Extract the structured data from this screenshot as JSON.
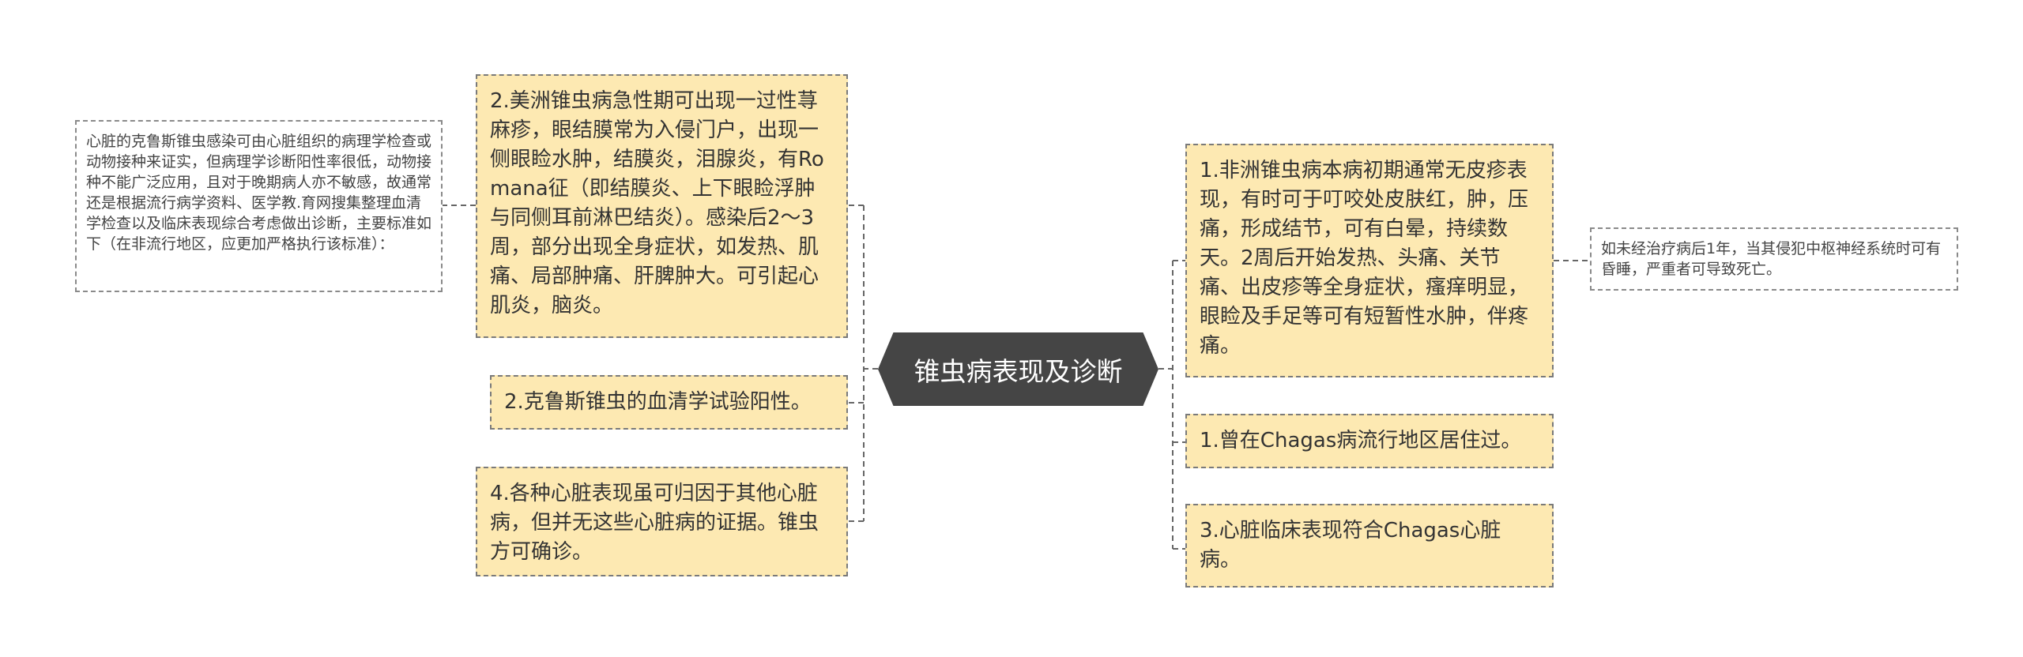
{
  "central_topic": "锥虫病表现及诊断",
  "left_nodes": [
    {
      "id": "L1",
      "text": "2.美洲锥虫病急性期可出现一过性荨麻疹，眼结膜常为入侵门户，出现一侧眼睑水肿，结膜炎，泪腺炎，有Romana征（即结膜炎、上下眼睑浮肿与同侧耳前淋巴结炎）。感染后2～3周，部分出现全身症状，如发热、肌痛、局部肿痛、肝脾肿大。可引起心肌炎，脑炎。",
      "note": "心脏的克鲁斯锥虫感染可由心脏组织的病理学检查或动物接种来证实，但病理学诊断阳性率很低，动物接种不能广泛应用，且对于晚期病人亦不敏感，故通常还是根据流行病学资料、医学教.育网搜集整理血清学检查以及临床表现综合考虑做出诊断，主要标准如下（在非流行地区，应更加严格执行该标准）："
    },
    {
      "id": "L2",
      "text": "2.克鲁斯锥虫的血清学试验阳性。"
    },
    {
      "id": "L3",
      "text": "4.各种心脏表现虽可归因于其他心脏病，但并无这些心脏病的证据。锥虫方可确诊。"
    }
  ],
  "right_nodes": [
    {
      "id": "R1",
      "text": "1.非洲锥虫病本病初期通常无皮疹表现，有时可于叮咬处皮肤红，肿，压痛，形成结节，可有白晕，持续数天。2周后开始发热、头痛、关节痛、出皮疹等全身症状，瘙痒明显，眼睑及手足等可有短暂性水肿，伴疼痛。",
      "note": "如未经治疗病后1年，当其侵犯中枢神经系统时可有昏睡，严重者可导致死亡。"
    },
    {
      "id": "R2",
      "text": "1.曾在Chagas病流行地区居住过。"
    },
    {
      "id": "R3",
      "text": "3.心脏临床表现符合Chagas心脏病。"
    }
  ],
  "colors": {
    "central_bg": "#454545",
    "central_text": "#ffffff",
    "node_bg": "#fde9b2",
    "border": "#7a7a7a",
    "connector": "#666666"
  }
}
